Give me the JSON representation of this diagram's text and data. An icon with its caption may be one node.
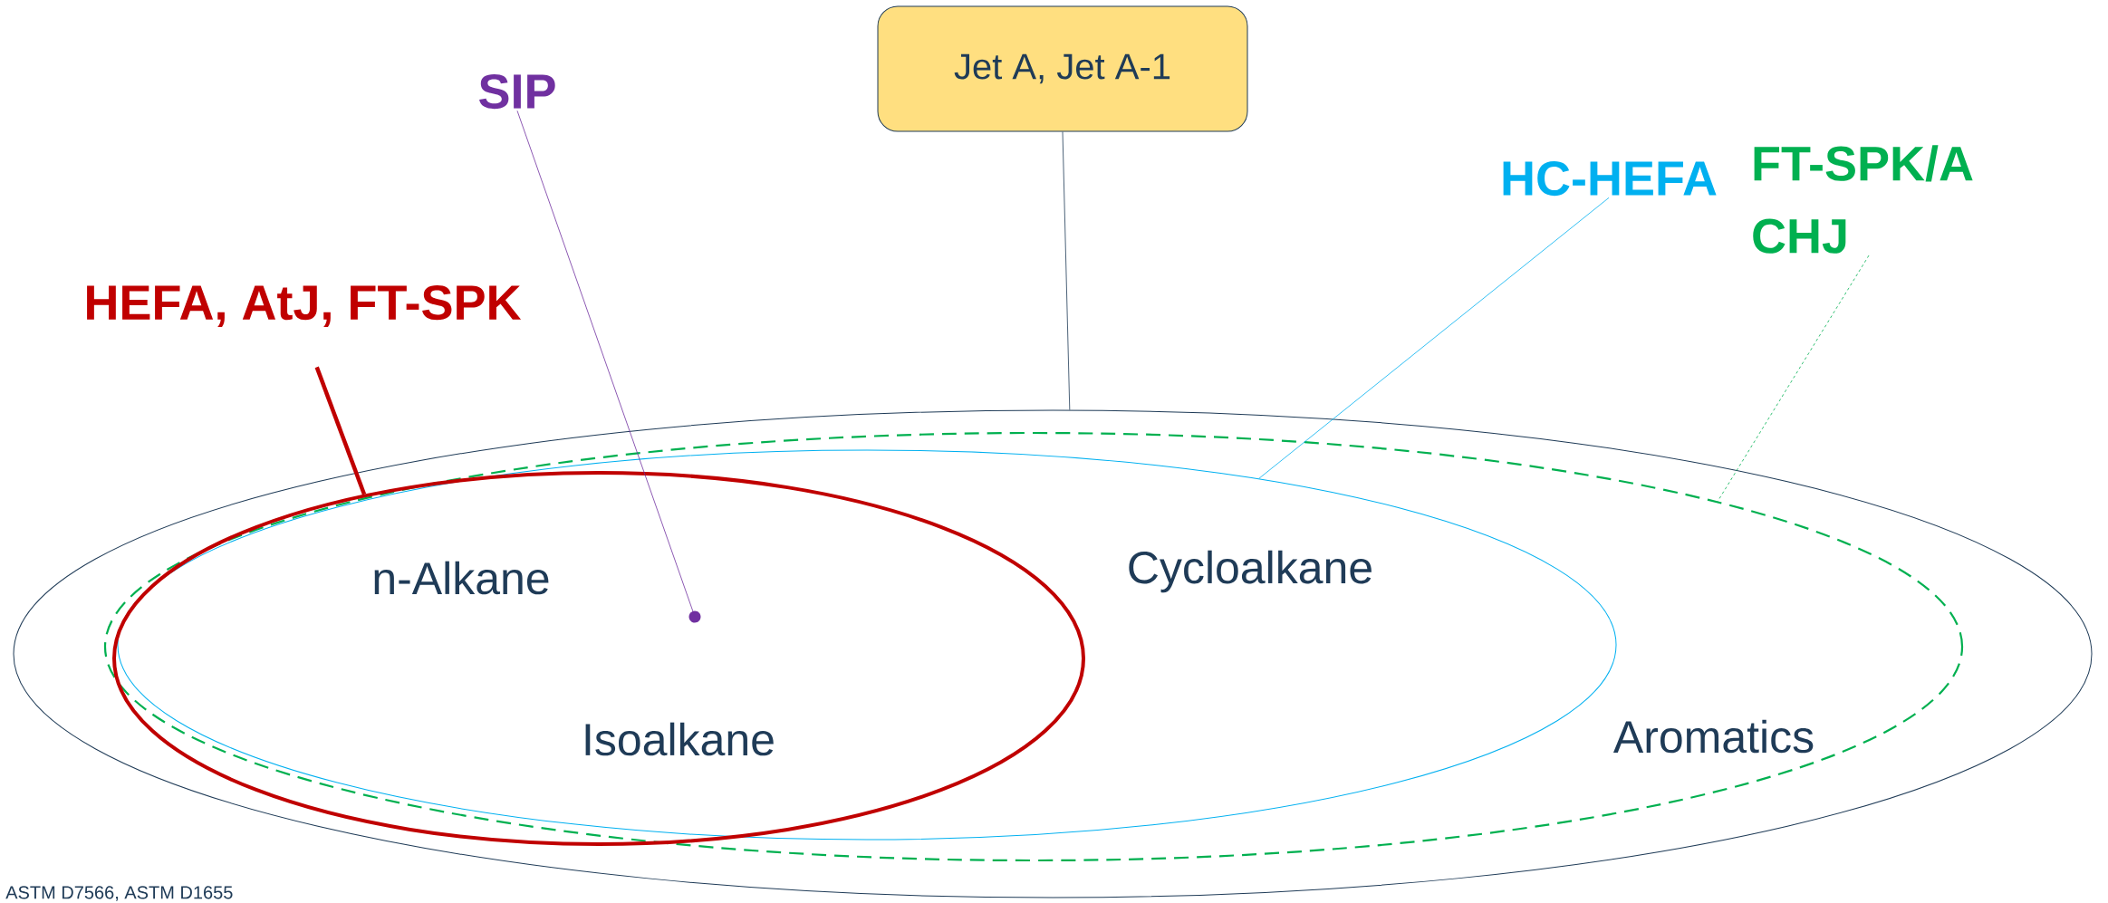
{
  "diagram": {
    "nodes": [
      {
        "text": [
          "Jet A, Jet A-1"
        ]
      },
      {
        "text": [],
        "shape": "ellipse"
      },
      {
        "text": [
          "Aromatics"
        ],
        "in": 1
      },
      {
        "text": [
          "Cycloalkane"
        ],
        "in": 2
      },
      {
        "text": [
          "n-Alkane",
          "Isoalkane"
        ],
        "in": 3
      },
      {
        "text": [
          "SIP"
        ]
      },
      {
        "text": [],
        "shape": "circle",
        "in": 4
      },
      {
        "text": [
          "HEFA, AtJ, FT-SPK"
        ]
      },
      {
        "text": [
          "HC-HEFA"
        ]
      },
      {
        "text": [
          "FT-SPK/A CHJ"
        ]
      }
    ],
    "edges": [
      {
        "from": 0,
        "to": 1,
        "arrow": "none"
      },
      {
        "from": 5,
        "to": 6,
        "arrow": "none",
        "color": "#7030a0"
      },
      {
        "from": 7,
        "to": 4,
        "arrow": "none",
        "style": "thick",
        "color": "#c00000"
      },
      {
        "from": 8,
        "to": 3,
        "arrow": "none",
        "color": "#00b0f0"
      },
      {
        "from": 9,
        "to": 2,
        "arrow": "none",
        "style": "dashed",
        "color": "#00b050"
      }
    ],
    "labels": [
      "ASTM D7566, ASTM D1655"
    ]
  }
}
